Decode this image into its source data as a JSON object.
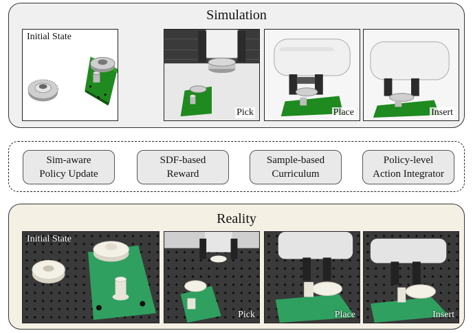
{
  "simulation": {
    "title": "Simulation",
    "frames": [
      {
        "label": "Initial State"
      },
      {
        "label": "Pick"
      },
      {
        "label": "Place"
      },
      {
        "label": "Insert"
      }
    ]
  },
  "components": [
    {
      "line1": "Sim-aware",
      "line2": "Policy Update"
    },
    {
      "line1": "SDF-based",
      "line2": "Reward"
    },
    {
      "line1": "Sample-based",
      "line2": "Curriculum"
    },
    {
      "line1": "Policy-level",
      "line2": "Action Integrator"
    }
  ],
  "reality": {
    "title": "Reality",
    "frames": [
      {
        "label": "Initial State"
      },
      {
        "label": "Pick"
      },
      {
        "label": "Place"
      },
      {
        "label": "Insert"
      }
    ]
  },
  "colors": {
    "sim_board": "#1f8a1f",
    "real_board": "#2fa060",
    "gear_sim": "#c9c9c9",
    "gear_real": "#f3f0e6"
  }
}
